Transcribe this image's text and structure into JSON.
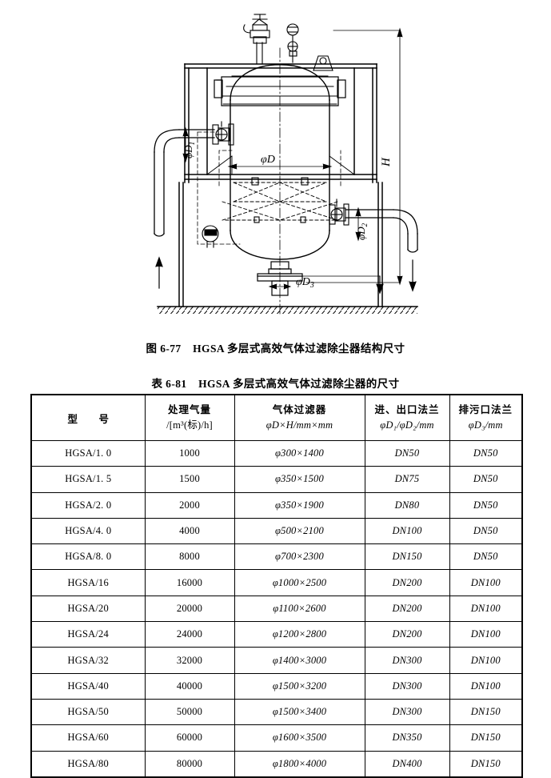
{
  "figure": {
    "caption_number": "图 6-77",
    "caption_text": "HGSA 多层式高效气体过滤除尘器结构尺寸",
    "labels": {
      "height_dim": "H",
      "vessel_dia": "φD",
      "inlet_flange": "φD₁",
      "outlet_flange": "φD₂",
      "drain_flange": "φD₃"
    },
    "components": [
      "safety-valve",
      "pressure-gauge",
      "lifting-lug",
      "dished-head",
      "filter-layers",
      "inlet-pipe",
      "outlet-pipe",
      "drain-nozzle",
      "support-frame",
      "ground-line",
      "sight-glass"
    ]
  },
  "table": {
    "caption_number": "表 6-81",
    "caption_text": "HGSA 多层式高效气体过滤除尘器的尺寸",
    "headers": [
      {
        "line1": "型　号",
        "line2": "",
        "single": true
      },
      {
        "line1": "处理气量",
        "line2": "/[m³(标)/h]",
        "single": false
      },
      {
        "line1": "气体过滤器",
        "line2": "φD×H/mm×mm",
        "single": false
      },
      {
        "line1": "进、出口法兰",
        "line2": "φD₁/φD₂/mm",
        "single": false
      },
      {
        "line1": "排污口法兰",
        "line2": "φD₃/mm",
        "single": false
      }
    ],
    "rows": [
      {
        "model": "HGSA/1. 0",
        "flow": "1000",
        "filter": "φ300×1400",
        "inout": "DN50",
        "drain": "DN50"
      },
      {
        "model": "HGSA/1. 5",
        "flow": "1500",
        "filter": "φ350×1500",
        "inout": "DN75",
        "drain": "DN50"
      },
      {
        "model": "HGSA/2. 0",
        "flow": "2000",
        "filter": "φ350×1900",
        "inout": "DN80",
        "drain": "DN50"
      },
      {
        "model": "HGSA/4. 0",
        "flow": "4000",
        "filter": "φ500×2100",
        "inout": "DN100",
        "drain": "DN50"
      },
      {
        "model": "HGSA/8. 0",
        "flow": "8000",
        "filter": "φ700×2300",
        "inout": "DN150",
        "drain": "DN50"
      },
      {
        "model": "HGSA/16",
        "flow": "16000",
        "filter": "φ1000×2500",
        "inout": "DN200",
        "drain": "DN100"
      },
      {
        "model": "HGSA/20",
        "flow": "20000",
        "filter": "φ1100×2600",
        "inout": "DN200",
        "drain": "DN100"
      },
      {
        "model": "HGSA/24",
        "flow": "24000",
        "filter": "φ1200×2800",
        "inout": "DN200",
        "drain": "DN100"
      },
      {
        "model": "HGSA/32",
        "flow": "32000",
        "filter": "φ1400×3000",
        "inout": "DN300",
        "drain": "DN100"
      },
      {
        "model": "HGSA/40",
        "flow": "40000",
        "filter": "φ1500×3200",
        "inout": "DN300",
        "drain": "DN100"
      },
      {
        "model": "HGSA/50",
        "flow": "50000",
        "filter": "φ1500×3400",
        "inout": "DN300",
        "drain": "DN150"
      },
      {
        "model": "HGSA/60",
        "flow": "60000",
        "filter": "φ1600×3500",
        "inout": "DN350",
        "drain": "DN150"
      },
      {
        "model": "HGSA/80",
        "flow": "80000",
        "filter": "φ1800×4000",
        "inout": "DN400",
        "drain": "DN150"
      }
    ]
  }
}
